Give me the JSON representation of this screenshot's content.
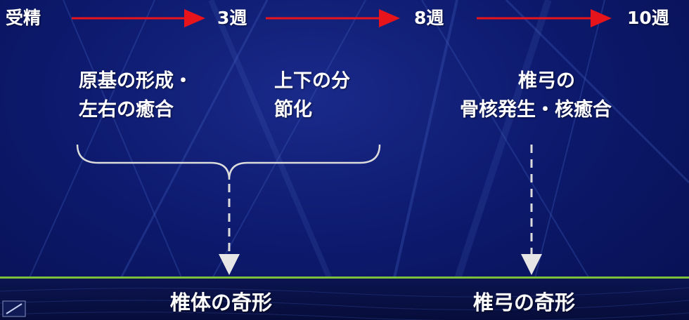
{
  "colors": {
    "background": "#0d1a6e",
    "arrow": "#e8141c",
    "text": "#ffffff",
    "ground_line": "#7bbf3a",
    "guide": "#dcdcdc"
  },
  "timeline": [
    {
      "label": "受精"
    },
    {
      "label": "3週"
    },
    {
      "label": "8週"
    },
    {
      "label": "10週"
    }
  ],
  "stages": {
    "early": {
      "line1": "原基の形成・",
      "line2": "左右の癒合"
    },
    "segmentation": {
      "line1": "上下の分",
      "line2": "節化"
    },
    "arch": {
      "line1": "椎弓の",
      "line2": "骨核発生・核癒合"
    }
  },
  "results": {
    "body": "椎体の奇形",
    "arch": "椎弓の奇形"
  },
  "icons": {
    "timeline_arrow": "red-right-arrow",
    "brace": "curly-brace-down",
    "result_arrow": "dashed-down-arrow",
    "corner": "slash-icon"
  }
}
